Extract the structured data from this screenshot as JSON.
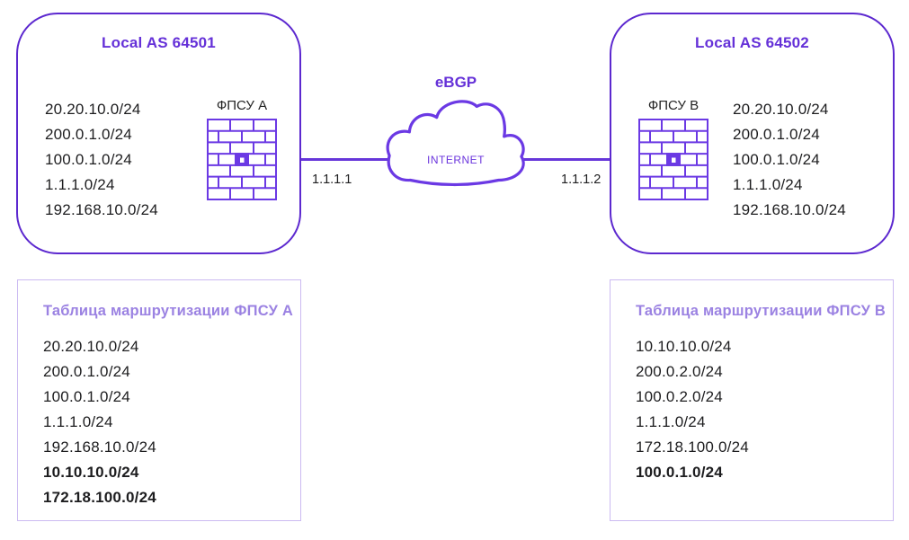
{
  "colors": {
    "box_border": "#5c28cf",
    "accent_text": "#6531d8",
    "line": "#6636d9",
    "brick": "#6b39e4",
    "table_border": "#cbbaf1",
    "table_title": "#9b82e2",
    "ink": "#1d1d1f"
  },
  "as_left": {
    "title": "Local AS 64501",
    "firewall_label": "ФПСУ А",
    "interface_ip": "1.1.1.1",
    "networks": [
      "20.20.10.0/24",
      "200.0.1.0/24",
      "100.0.1.0/24",
      "1.1.1.0/24",
      "192.168.10.0/24"
    ]
  },
  "as_right": {
    "title": "Local AS 64502",
    "firewall_label": "ФПСУ В",
    "interface_ip": "1.1.1.2",
    "networks": [
      "20.20.10.0/24",
      "200.0.1.0/24",
      "100.0.1.0/24",
      "1.1.1.0/24",
      "192.168.10.0/24"
    ]
  },
  "link": {
    "protocol": "eBGP",
    "cloud": "INTERNET"
  },
  "tables": {
    "left": {
      "title": "Таблица маршрутизации ФПСУ А",
      "routes": [
        {
          "prefix": "20.20.10.0/24",
          "bold": false
        },
        {
          "prefix": "200.0.1.0/24",
          "bold": false
        },
        {
          "prefix": "100.0.1.0/24",
          "bold": false
        },
        {
          "prefix": "1.1.1.0/24",
          "bold": false
        },
        {
          "prefix": "192.168.10.0/24",
          "bold": false
        },
        {
          "prefix": "10.10.10.0/24",
          "bold": true
        },
        {
          "prefix": "172.18.100.0/24",
          "bold": true
        }
      ]
    },
    "right": {
      "title": "Таблица маршрутизации ФПСУ В",
      "routes": [
        {
          "prefix": "10.10.10.0/24",
          "bold": false
        },
        {
          "prefix": "200.0.2.0/24",
          "bold": false
        },
        {
          "prefix": "100.0.2.0/24",
          "bold": false
        },
        {
          "prefix": "1.1.1.0/24",
          "bold": false
        },
        {
          "prefix": "172.18.100.0/24",
          "bold": false
        },
        {
          "prefix": "100.0.1.0/24",
          "bold": true
        }
      ]
    }
  }
}
